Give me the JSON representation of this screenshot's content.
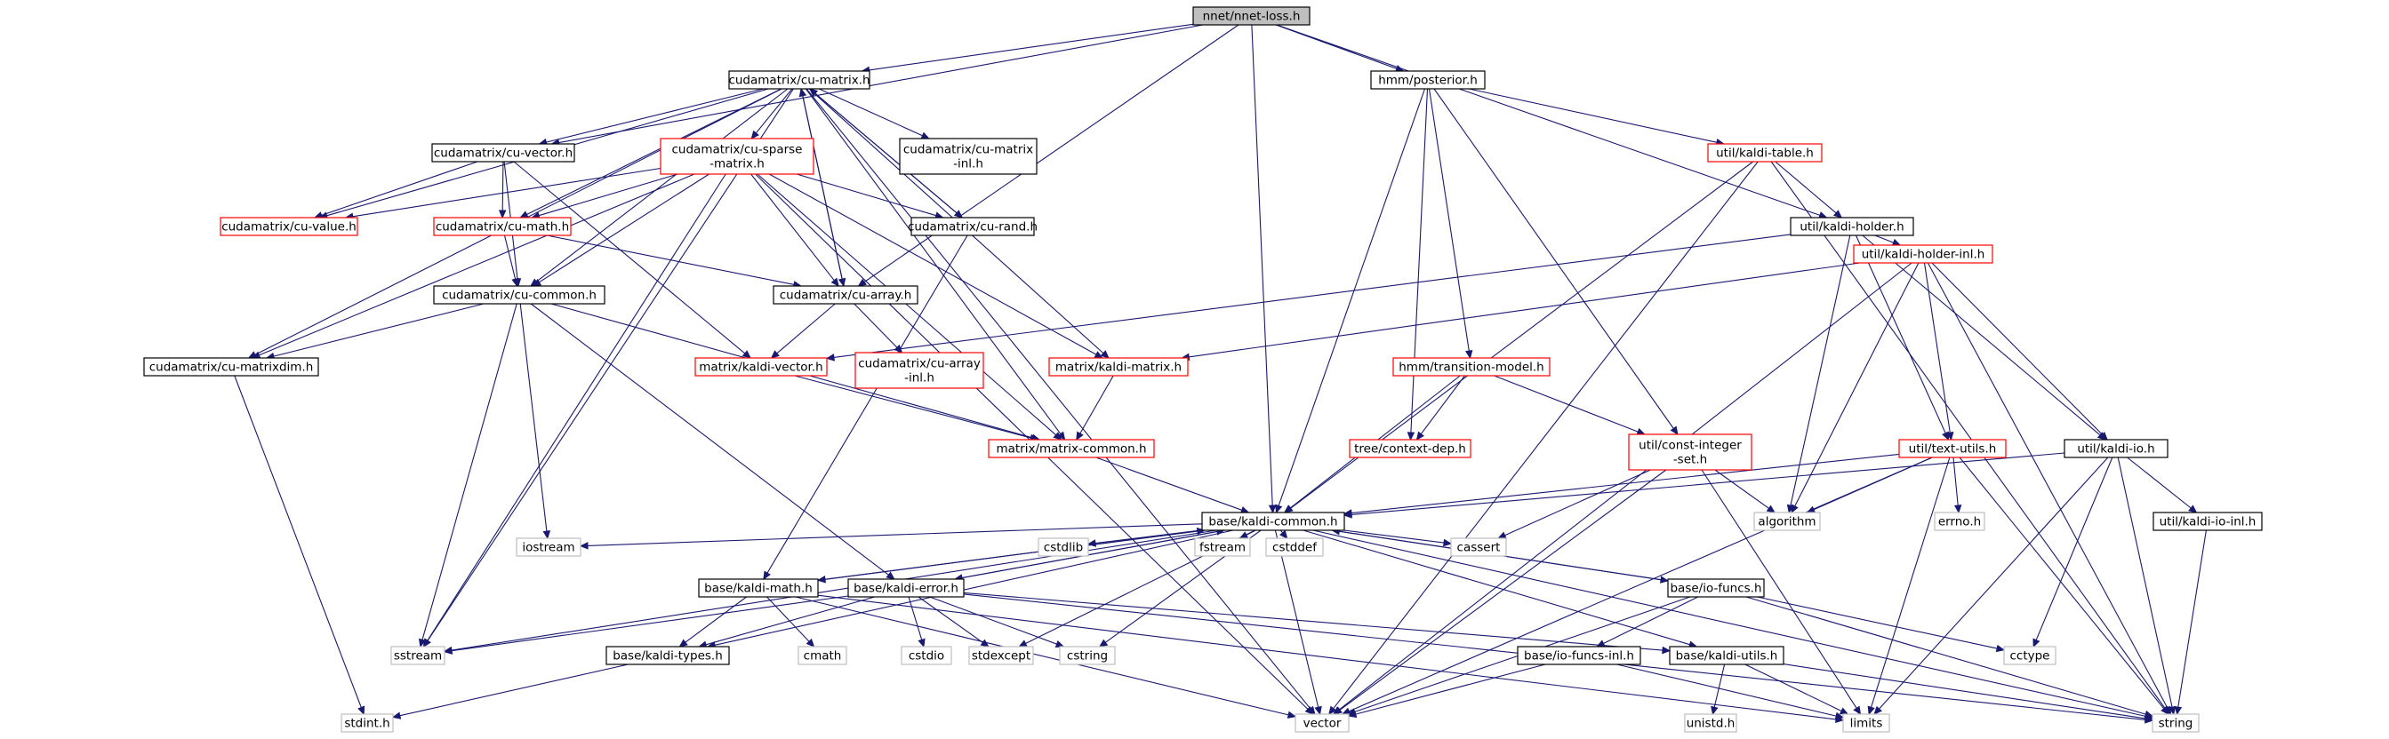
{
  "graph": {
    "colors": {
      "root_fill": "#bfbfbf",
      "documented_border": "#000000",
      "undocumented_border": "#ff0000",
      "system_border": "#bfbfbf",
      "edge": "#191970",
      "background": "#ffffff"
    },
    "nodes": [
      {
        "id": "root",
        "label": "nnet/nnet-loss.h",
        "kind": "root"
      },
      {
        "id": "cumatrix",
        "label": "cudamatrix/cu-matrix.h",
        "kind": "documented"
      },
      {
        "id": "posterior",
        "label": "hmm/posterior.h",
        "kind": "documented"
      },
      {
        "id": "cuvector",
        "label": "cudamatrix/cu-vector.h",
        "kind": "documented"
      },
      {
        "id": "cusparse",
        "label": "cudamatrix/cu-sparse\n-matrix.h",
        "kind": "undocumented"
      },
      {
        "id": "cumatrixinl",
        "label": "cudamatrix/cu-matrix\n-inl.h",
        "kind": "documented"
      },
      {
        "id": "kalditable",
        "label": "util/kaldi-table.h",
        "kind": "undocumented"
      },
      {
        "id": "cuvalue",
        "label": "cudamatrix/cu-value.h",
        "kind": "undocumented"
      },
      {
        "id": "cumath",
        "label": "cudamatrix/cu-math.h",
        "kind": "undocumented"
      },
      {
        "id": "curand",
        "label": "cudamatrix/cu-rand.h",
        "kind": "documented"
      },
      {
        "id": "kaldiholder",
        "label": "util/kaldi-holder.h",
        "kind": "documented"
      },
      {
        "id": "cucommon",
        "label": "cudamatrix/cu-common.h",
        "kind": "documented"
      },
      {
        "id": "cuarray",
        "label": "cudamatrix/cu-array.h",
        "kind": "documented"
      },
      {
        "id": "kaldiholderinl",
        "label": "util/kaldi-holder-inl.h",
        "kind": "undocumented"
      },
      {
        "id": "cumatrixdim",
        "label": "cudamatrix/cu-matrixdim.h",
        "kind": "documented"
      },
      {
        "id": "kaldivector",
        "label": "matrix/kaldi-vector.h",
        "kind": "undocumented"
      },
      {
        "id": "cuarrayinl",
        "label": "cudamatrix/cu-array\n-inl.h",
        "kind": "undocumented"
      },
      {
        "id": "kaldimatrix",
        "label": "matrix/kaldi-matrix.h",
        "kind": "undocumented"
      },
      {
        "id": "transmodel",
        "label": "hmm/transition-model.h",
        "kind": "undocumented"
      },
      {
        "id": "matrixcommon",
        "label": "matrix/matrix-common.h",
        "kind": "undocumented"
      },
      {
        "id": "contextdep",
        "label": "tree/context-dep.h",
        "kind": "undocumented"
      },
      {
        "id": "constintset",
        "label": "util/const-integer\n-set.h",
        "kind": "undocumented"
      },
      {
        "id": "textutils",
        "label": "util/text-utils.h",
        "kind": "undocumented"
      },
      {
        "id": "kaldiio",
        "label": "util/kaldi-io.h",
        "kind": "documented"
      },
      {
        "id": "kaldicommon",
        "label": "base/kaldi-common.h",
        "kind": "documented"
      },
      {
        "id": "algorithm",
        "label": "algorithm",
        "kind": "system"
      },
      {
        "id": "errno",
        "label": "errno.h",
        "kind": "system"
      },
      {
        "id": "kaldiioinl",
        "label": "util/kaldi-io-inl.h",
        "kind": "documented"
      },
      {
        "id": "iostream",
        "label": "iostream",
        "kind": "system"
      },
      {
        "id": "kaldimath",
        "label": "base/kaldi-math.h",
        "kind": "documented"
      },
      {
        "id": "kaldierror",
        "label": "base/kaldi-error.h",
        "kind": "documented"
      },
      {
        "id": "cstdlib",
        "label": "cstdlib",
        "kind": "system"
      },
      {
        "id": "fstream",
        "label": "fstream",
        "kind": "system"
      },
      {
        "id": "cstddef",
        "label": "cstddef",
        "kind": "system"
      },
      {
        "id": "cassert",
        "label": "cassert",
        "kind": "system"
      },
      {
        "id": "iofuncs",
        "label": "base/io-funcs.h",
        "kind": "documented"
      },
      {
        "id": "sstream",
        "label": "sstream",
        "kind": "system"
      },
      {
        "id": "kalditypes",
        "label": "base/kaldi-types.h",
        "kind": "documented"
      },
      {
        "id": "cmath",
        "label": "cmath",
        "kind": "system"
      },
      {
        "id": "cstdio",
        "label": "cstdio",
        "kind": "system"
      },
      {
        "id": "stdexcept",
        "label": "stdexcept",
        "kind": "system"
      },
      {
        "id": "cstring",
        "label": "cstring",
        "kind": "system"
      },
      {
        "id": "iofuncsinl",
        "label": "base/io-funcs-inl.h",
        "kind": "documented"
      },
      {
        "id": "kaldiutils",
        "label": "base/kaldi-utils.h",
        "kind": "documented"
      },
      {
        "id": "cctype",
        "label": "cctype",
        "kind": "system"
      },
      {
        "id": "unistd",
        "label": "unistd.h",
        "kind": "system"
      },
      {
        "id": "limits",
        "label": "limits",
        "kind": "system"
      },
      {
        "id": "string",
        "label": "string",
        "kind": "system"
      },
      {
        "id": "stdint",
        "label": "stdint.h",
        "kind": "system"
      },
      {
        "id": "vector",
        "label": "vector",
        "kind": "system"
      }
    ],
    "edges": [
      [
        "root",
        "cumatrix"
      ],
      [
        "root",
        "posterior"
      ],
      [
        "root",
        "cuvector"
      ],
      [
        "root",
        "cuarray"
      ],
      [
        "root",
        "kaldicommon"
      ],
      [
        "root",
        "kaldiholder"
      ],
      [
        "cumatrix",
        "cuvector"
      ],
      [
        "cumatrix",
        "cusparse"
      ],
      [
        "cumatrix",
        "cumatrixinl"
      ],
      [
        "cumatrix",
        "cuvalue"
      ],
      [
        "cumatrix",
        "cumath"
      ],
      [
        "cumatrix",
        "curand"
      ],
      [
        "cumatrix",
        "cucommon"
      ],
      [
        "cumatrix",
        "cuarray"
      ],
      [
        "cumatrix",
        "cumatrixdim"
      ],
      [
        "cumatrix",
        "kaldimatrix"
      ],
      [
        "cumatrix",
        "matrixcommon"
      ],
      [
        "cumatrix",
        "sstream"
      ],
      [
        "cumatrix",
        "vector"
      ],
      [
        "cuvector",
        "cuvalue"
      ],
      [
        "cuvector",
        "cumath"
      ],
      [
        "cuvector",
        "cucommon"
      ],
      [
        "cuvector",
        "kaldivector"
      ],
      [
        "cusparse",
        "cuvalue"
      ],
      [
        "cusparse",
        "cumath"
      ],
      [
        "cusparse",
        "curand"
      ],
      [
        "cusparse",
        "cucommon"
      ],
      [
        "cusparse",
        "cuarray"
      ],
      [
        "cusparse",
        "cumatrixdim"
      ],
      [
        "cusparse",
        "kaldimatrix"
      ],
      [
        "cusparse",
        "matrixcommon"
      ],
      [
        "cusparse",
        "sstream"
      ],
      [
        "cusparse",
        "vector"
      ],
      [
        "cumath",
        "cucommon"
      ],
      [
        "cumath",
        "cuarray"
      ],
      [
        "curand",
        "cumatrix"
      ],
      [
        "curand",
        "kaldimath"
      ],
      [
        "cucommon",
        "cumatrixdim"
      ],
      [
        "cucommon",
        "iostream"
      ],
      [
        "cucommon",
        "sstream"
      ],
      [
        "cucommon",
        "matrixcommon"
      ],
      [
        "cucommon",
        "kaldierror"
      ],
      [
        "cuarray",
        "kaldivector"
      ],
      [
        "cuarray",
        "cuarrayinl"
      ],
      [
        "cuarray",
        "cumatrix"
      ],
      [
        "cumatrixdim",
        "stdint"
      ],
      [
        "kaldivector",
        "matrixcommon"
      ],
      [
        "kaldimatrix",
        "matrixcommon"
      ],
      [
        "matrixcommon",
        "kaldicommon"
      ],
      [
        "posterior",
        "kaldicommon"
      ],
      [
        "posterior",
        "transmodel"
      ],
      [
        "posterior",
        "contextdep"
      ],
      [
        "posterior",
        "constintset"
      ],
      [
        "posterior",
        "kalditable"
      ],
      [
        "kalditable",
        "kaldiholder"
      ],
      [
        "kalditable",
        "kaldicommon"
      ],
      [
        "kalditable",
        "string"
      ],
      [
        "kalditable",
        "vector"
      ],
      [
        "kaldiholder",
        "kaldiholderinl"
      ],
      [
        "kaldiholder",
        "kaldiio"
      ],
      [
        "kaldiholder",
        "textutils"
      ],
      [
        "kaldiholder",
        "algorithm"
      ],
      [
        "kaldiholder",
        "kaldivector"
      ],
      [
        "kaldiholderinl",
        "kaldimatrix"
      ],
      [
        "kaldiholderinl",
        "textutils"
      ],
      [
        "kaldiholderinl",
        "kaldiio"
      ],
      [
        "kaldiholderinl",
        "algorithm"
      ],
      [
        "kaldiholderinl",
        "string"
      ],
      [
        "kaldiholderinl",
        "vector"
      ],
      [
        "transmodel",
        "contextdep"
      ],
      [
        "transmodel",
        "kaldicommon"
      ],
      [
        "transmodel",
        "constintset"
      ],
      [
        "constintset",
        "cassert"
      ],
      [
        "constintset",
        "algorithm"
      ],
      [
        "constintset",
        "limits"
      ],
      [
        "constintset",
        "vector"
      ],
      [
        "textutils",
        "kaldicommon"
      ],
      [
        "textutils",
        "algorithm"
      ],
      [
        "textutils",
        "errno"
      ],
      [
        "textutils",
        "limits"
      ],
      [
        "textutils",
        "string"
      ],
      [
        "textutils",
        "vector"
      ],
      [
        "kaldiio",
        "kaldicommon"
      ],
      [
        "kaldiio",
        "kaldiioinl"
      ],
      [
        "kaldiio",
        "cctype"
      ],
      [
        "kaldiio",
        "limits"
      ],
      [
        "kaldiio",
        "string"
      ],
      [
        "kaldiioinl",
        "string"
      ],
      [
        "kaldicommon",
        "iostream"
      ],
      [
        "kaldicommon",
        "kaldimath"
      ],
      [
        "kaldicommon",
        "kaldierror"
      ],
      [
        "kaldicommon",
        "cstdlib"
      ],
      [
        "kaldicommon",
        "fstream"
      ],
      [
        "kaldicommon",
        "cstddef"
      ],
      [
        "kaldicommon",
        "cassert"
      ],
      [
        "kaldicommon",
        "iofuncs"
      ],
      [
        "kaldicommon",
        "sstream"
      ],
      [
        "kaldicommon",
        "kalditypes"
      ],
      [
        "kaldicommon",
        "stdexcept"
      ],
      [
        "kaldicommon",
        "cstring"
      ],
      [
        "kaldicommon",
        "kaldiutils"
      ],
      [
        "kaldicommon",
        "string"
      ],
      [
        "kaldicommon",
        "vector"
      ],
      [
        "kaldimath",
        "kalditypes"
      ],
      [
        "kaldimath",
        "cmath"
      ],
      [
        "kaldimath",
        "limits"
      ],
      [
        "kaldimath",
        "vector"
      ],
      [
        "kaldimath",
        "kaldicommon"
      ],
      [
        "kaldierror",
        "kalditypes"
      ],
      [
        "kaldierror",
        "sstream"
      ],
      [
        "kaldierror",
        "cstdio"
      ],
      [
        "kaldierror",
        "stdexcept"
      ],
      [
        "kaldierror",
        "cstring"
      ],
      [
        "kaldierror",
        "kaldiutils"
      ],
      [
        "kaldierror",
        "string"
      ],
      [
        "kaldierror",
        "kaldicommon"
      ],
      [
        "iofuncs",
        "iofuncsinl"
      ],
      [
        "iofuncs",
        "cctype"
      ],
      [
        "iofuncs",
        "string"
      ],
      [
        "iofuncs",
        "vector"
      ],
      [
        "iofuncs",
        "kaldicommon"
      ],
      [
        "iofuncsinl",
        "vector"
      ],
      [
        "iofuncsinl",
        "limits"
      ],
      [
        "kaldiutils",
        "unistd"
      ],
      [
        "kaldiutils",
        "limits"
      ],
      [
        "kaldiutils",
        "string"
      ],
      [
        "kalditypes",
        "stdint"
      ]
    ]
  }
}
